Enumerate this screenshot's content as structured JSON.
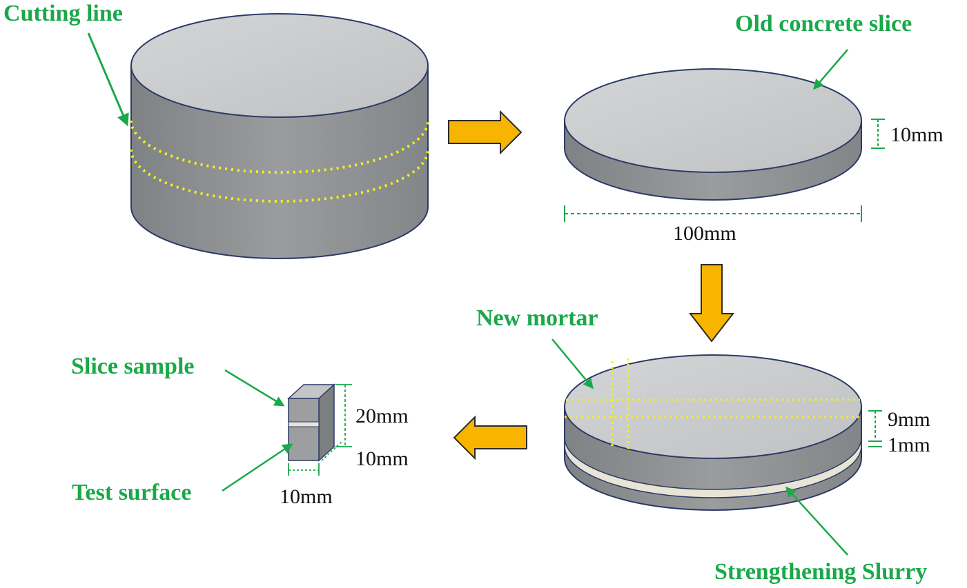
{
  "labels": {
    "cutting_line": "Cutting line",
    "old_concrete_slice": "Old concrete slice",
    "new_mortar": "New mortar",
    "strengthening_slurry": "Strengthening Slurry",
    "slice_sample": "Slice sample",
    "test_surface": "Test surface"
  },
  "dimensions": {
    "slice_thickness": "10mm",
    "slice_diameter": "100mm",
    "mortar_thickness": "9mm",
    "slurry_thickness": "1mm",
    "sample_height": "20mm",
    "sample_depth": "10mm",
    "sample_width": "10mm"
  },
  "colors": {
    "label_green": "#1aa84a",
    "cut_line_yellow": "#f4ef1a",
    "arrow_orange": "#f7b500",
    "arrow_outline": "#2b2b2b",
    "concrete_top": "#c9cbcc",
    "concrete_side": "#8f9193",
    "outline_blue": "#2c3a66",
    "slurry_layer": "#e8e4d6"
  }
}
